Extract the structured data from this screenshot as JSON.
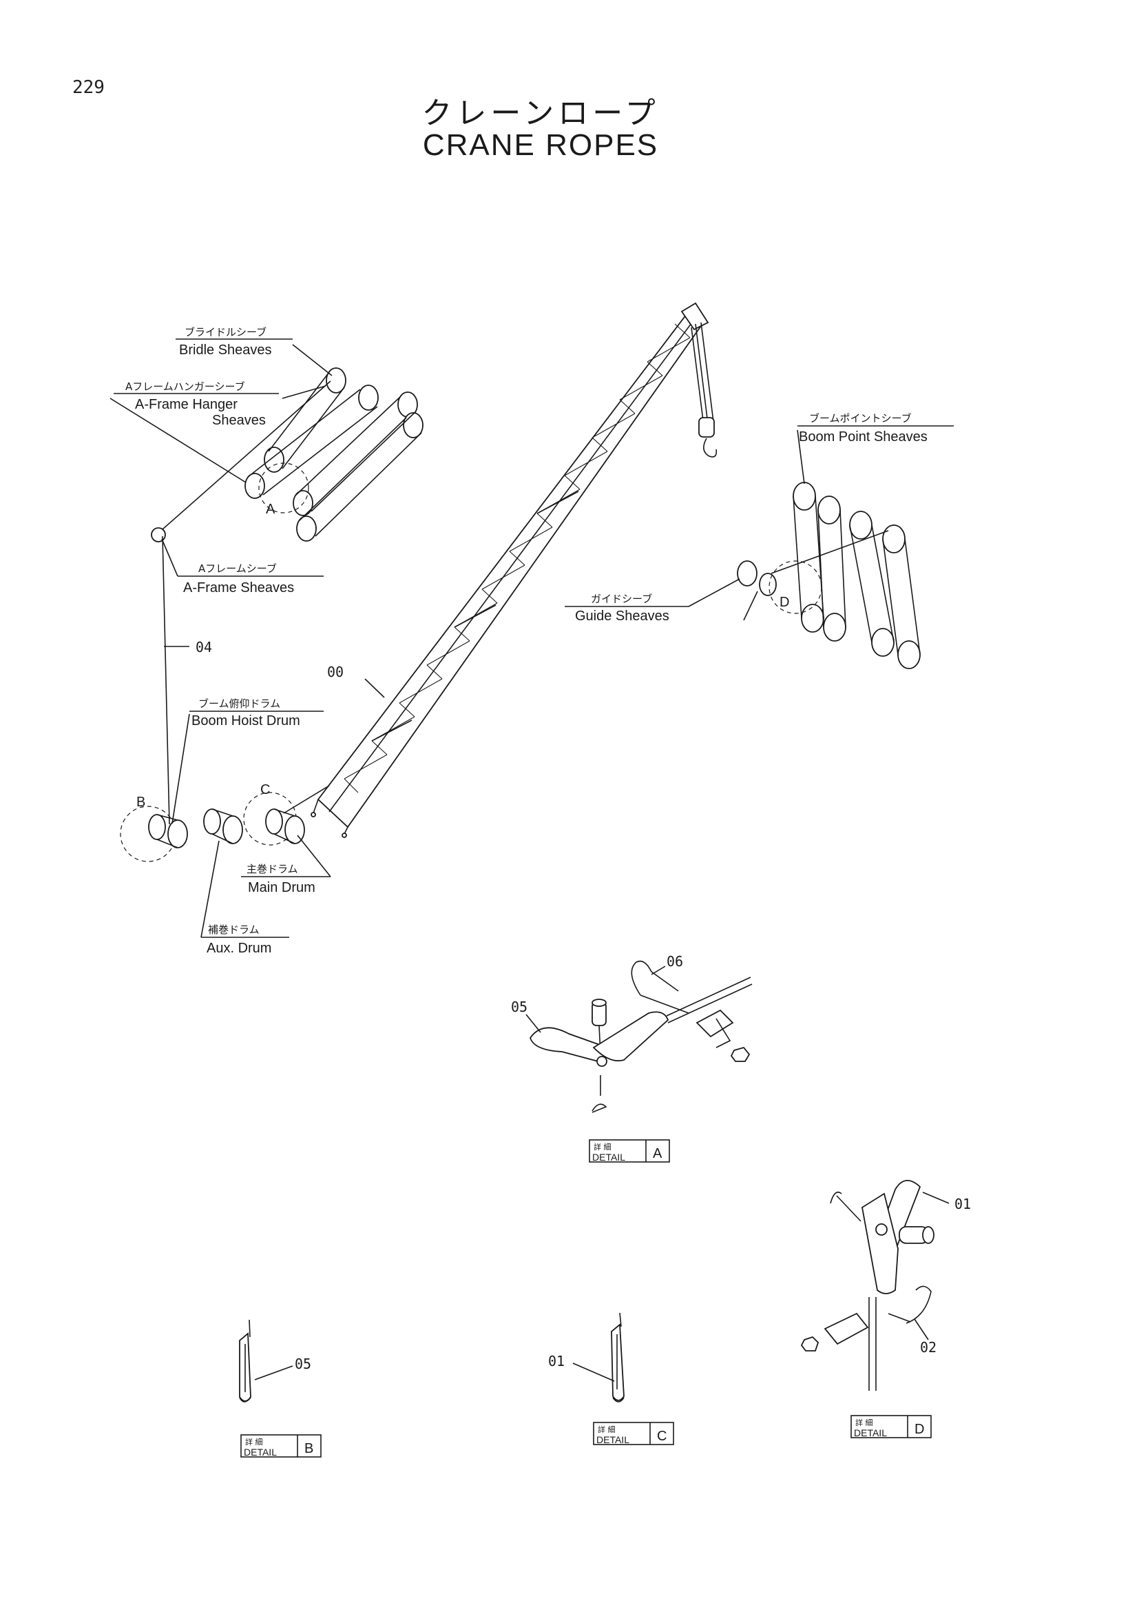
{
  "page_number": "229",
  "title": {
    "japanese": "クレーンロープ",
    "english": "CRANE ROPES"
  },
  "callouts": {
    "bridle": {
      "jp": "ブライドルシーブ",
      "en": "Bridle Sheaves"
    },
    "aframe_hanger": {
      "jp": "Aフレームハンガーシーブ",
      "en1": "A-Frame Hanger",
      "en2": "Sheaves"
    },
    "aframe": {
      "jp": "Aフレームシーブ",
      "en": "A-Frame Sheaves"
    },
    "boom_hoist": {
      "jp": "ブーム俯仰ドラム",
      "en": "Boom Hoist Drum"
    },
    "main_drum": {
      "jp": "主巻ドラム",
      "en": "Main Drum"
    },
    "aux_drum": {
      "jp": "補巻ドラム",
      "en": "Aux. Drum"
    },
    "boom_point": {
      "jp": "ブームポイントシーブ",
      "en": "Boom Point Sheaves"
    },
    "guide": {
      "jp": "ガイドシーブ",
      "en": "Guide Sheaves"
    }
  },
  "part_numbers": {
    "p00": "00",
    "p01": "01",
    "p02": "02",
    "p04": "04",
    "p05": "05",
    "p06": "06"
  },
  "detail_letters": {
    "a": "A",
    "b": "B",
    "c": "C",
    "d": "D"
  },
  "details": {
    "kanji": "詳 細",
    "word": "DETAIL"
  }
}
